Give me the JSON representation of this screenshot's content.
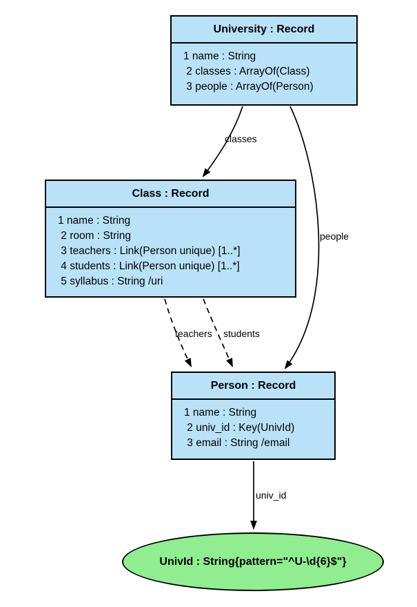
{
  "diagram": {
    "colors": {
      "record_fill": "#B9E2F8",
      "scalar_fill": "#90EE90",
      "line_color": "#000000",
      "text_color": "#000000"
    },
    "nodes": {
      "university": {
        "title": "University : Record",
        "fields": [
          "1 name : String",
          " 2 classes : ArrayOf(Class)",
          " 3 people : ArrayOf(Person)"
        ]
      },
      "class": {
        "title": "Class : Record",
        "fields": [
          "1 name : String",
          " 2 room : String",
          " 3 teachers : Link(Person unique) [1..*]",
          " 4 students : Link(Person unique) [1..*]",
          " 5 syllabus : String /uri"
        ]
      },
      "person": {
        "title": "Person : Record",
        "fields": [
          "1 name : String",
          " 2 univ_id : Key(UnivId)",
          " 3 email : String /email"
        ]
      },
      "univid": {
        "label": "UnivId : String{pattern=\"^U-\\d{6}$\"}"
      }
    },
    "edges": {
      "classes": {
        "label": "classes",
        "style": "solid"
      },
      "people": {
        "label": "people",
        "style": "solid"
      },
      "teachers": {
        "label": "teachers",
        "style": "dashed"
      },
      "students": {
        "label": "students",
        "style": "dashed"
      },
      "univ_id": {
        "label": "univ_id",
        "style": "solid"
      }
    }
  }
}
